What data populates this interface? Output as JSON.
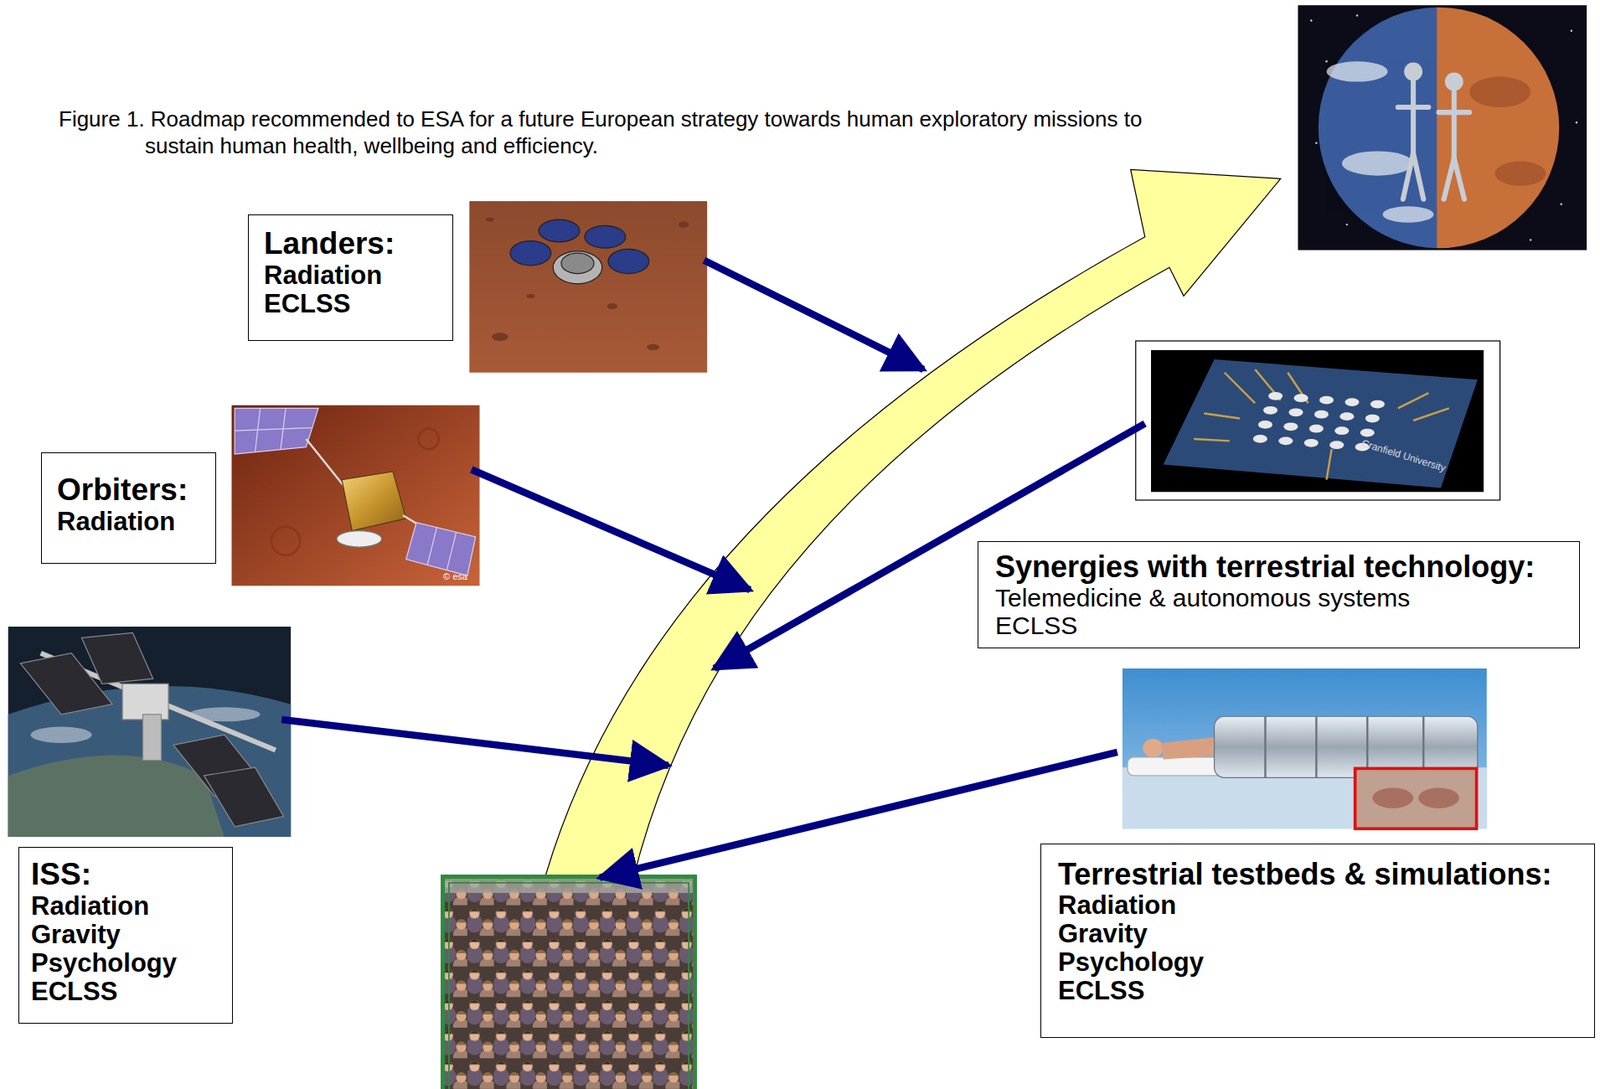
{
  "diagram": {
    "caption": "Figure 1. Roadmap recommended to ESA for a future European strategy towards human exploratory missions to sustain human health, wellbeing and efficiency.",
    "nodes": [
      {
        "text": [
          "Landers:",
          "Radiation",
          "ECLSS"
        ]
      },
      {
        "text": [
          "Orbiters:",
          "Radiation"
        ]
      },
      {
        "text": [
          "Synergies with terrestrial technology:",
          "Telemedicine & autonomous systems",
          "ECLSS"
        ]
      },
      {
        "text": [
          "ISS:",
          "Radiation",
          "Gravity",
          "Psychology",
          "ECLSS"
        ]
      },
      {
        "text": [
          "Terrestrial testbeds & simulations:",
          "Radiation",
          "Gravity",
          "Psychology",
          "ECLSS"
        ]
      }
    ],
    "labels": [
      "© esa",
      "Cranfield University"
    ]
  }
}
